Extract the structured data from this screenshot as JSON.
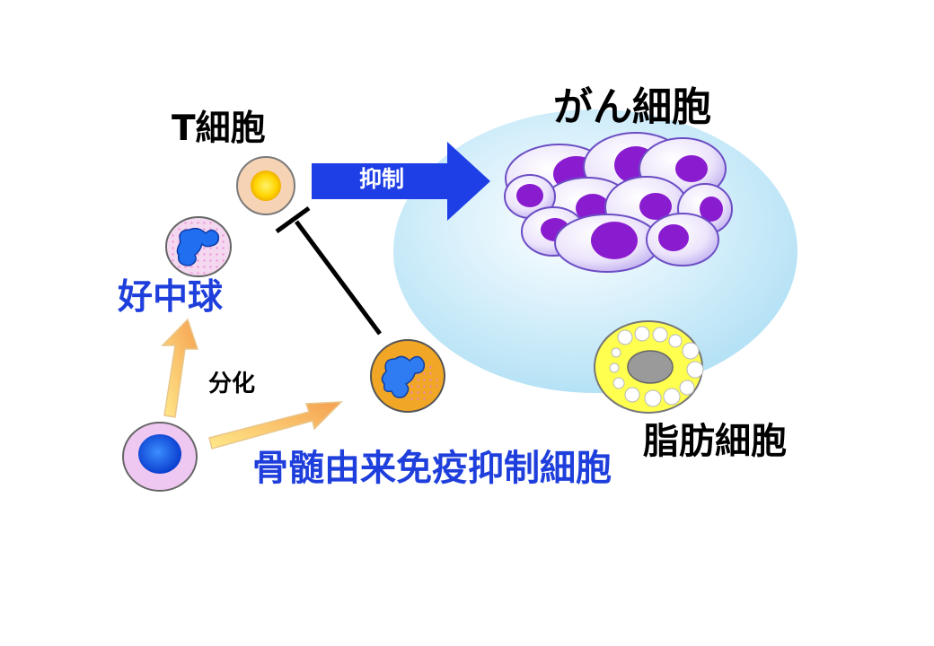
{
  "labels": {
    "t_cell": "T細胞",
    "cancer_cell": "がん細胞",
    "suppression": "抑制",
    "neutrophil": "好中球",
    "differentiation": "分化",
    "mdsc": "骨髄由来免疫抑制細胞",
    "adipocyte": "脂肪細胞"
  },
  "colors": {
    "cancer_region": "#bfe6f7",
    "suppression_arrow": "#1f3fe6",
    "highlight_text": "#1f3fdc",
    "growth_arrow": "#f5a050",
    "cancer_nucleus": "#8a1cd0",
    "adipocyte_ring": "#ffff50"
  }
}
